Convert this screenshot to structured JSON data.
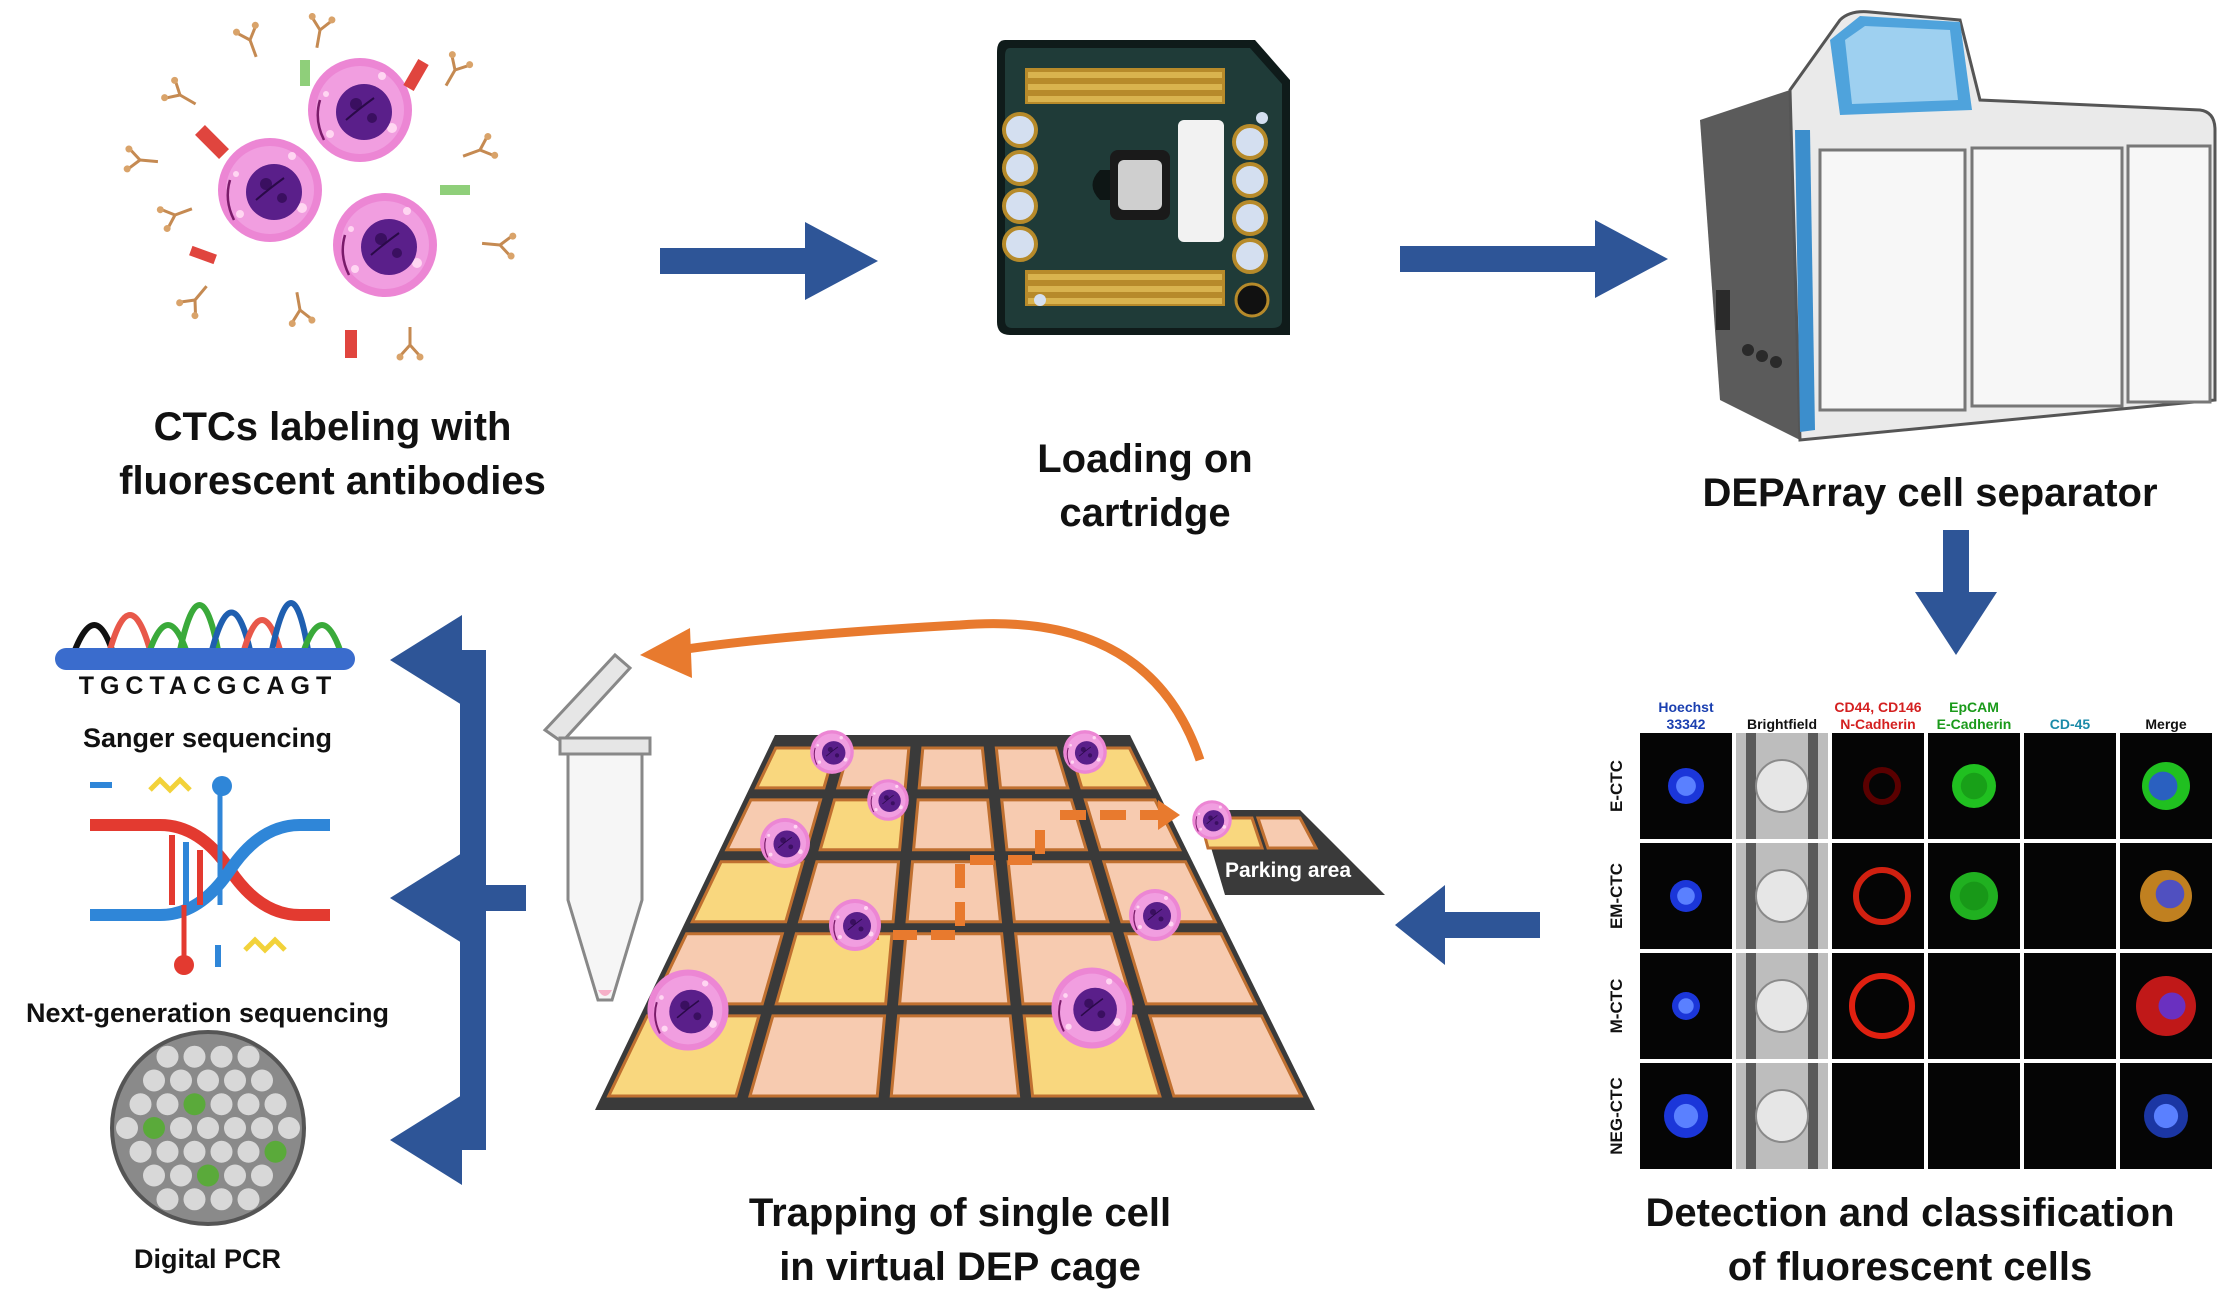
{
  "captions": {
    "labeling_line1": "CTCs labeling with",
    "labeling_line2": "fluorescent antibodies",
    "loading_line1": "Loading on",
    "loading_line2": "cartridge",
    "separator": "DEPArray cell separator",
    "trapping_line1": "Trapping of single cell",
    "trapping_line2": "in virtual DEP cage",
    "detection_line1": "Detection and classification",
    "detection_line2": "of fluorescent cells"
  },
  "downstream": {
    "sequence": "TGCTACGCAGT",
    "sanger": "Sanger sequencing",
    "ngs": "Next-generation sequencing",
    "dpcr": "Digital PCR"
  },
  "parking_label": "Parking area",
  "panel": {
    "columns": [
      {
        "line1": "Hoechst",
        "line2": "33342",
        "color": "#1a3fb0"
      },
      {
        "line1": "",
        "line2": "Brightfield",
        "color": "#111111"
      },
      {
        "line1": "CD44, CD146",
        "line2": "N-Cadherin",
        "color": "#d42020"
      },
      {
        "line1": "EpCAM",
        "line2": "E-Cadherin",
        "color": "#1a9a1a"
      },
      {
        "line1": "",
        "line2": "CD-45",
        "color": "#1a8aa8"
      },
      {
        "line1": "",
        "line2": "Merge",
        "color": "#111111"
      }
    ],
    "rows": [
      "E-CTC",
      "EM-CTC",
      "M-CTC",
      "NEG-CTC"
    ]
  },
  "colors": {
    "arrow_blue": "#2e5597",
    "arrow_orange": "#e87a2e",
    "cell_pink": "#e87ad0",
    "nucleus": "#5a1f8a",
    "cartridge": "#1f3b38",
    "cage": "#f7cbb0",
    "cage_active": "#f9d77e"
  }
}
